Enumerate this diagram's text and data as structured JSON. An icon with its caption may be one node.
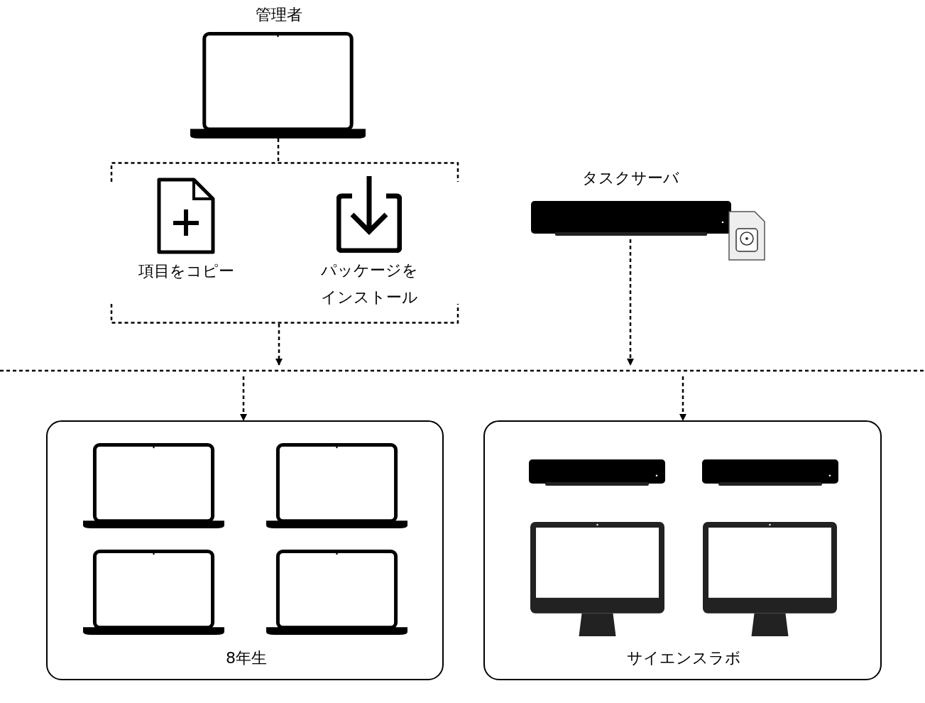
{
  "diagram": {
    "nodes": [
      {
        "text": [
          "管理者"
        ]
      },
      {
        "text": [],
        "shape": "box"
      },
      {
        "text": [
          "項目をコピー"
        ],
        "in": 1
      },
      {
        "text": [
          "パッケージをインストール"
        ],
        "in": 1
      },
      {
        "text": [
          "タスクサーバ"
        ]
      },
      {
        "text": [],
        "shape": "line"
      },
      {
        "text": [
          "8年生"
        ]
      },
      {
        "text": [
          "サイエンスラボ"
        ]
      }
    ],
    "edges": [
      {
        "from": 0,
        "to": 1,
        "arrow": "none"
      },
      {
        "from": 1,
        "to": 5,
        "arrow": "to"
      },
      {
        "from": 4,
        "to": 5,
        "arrow": "to"
      },
      {
        "from": 5,
        "to": 6,
        "arrow": "to"
      },
      {
        "from": 5,
        "to": 7,
        "arrow": "to"
      }
    ]
  }
}
